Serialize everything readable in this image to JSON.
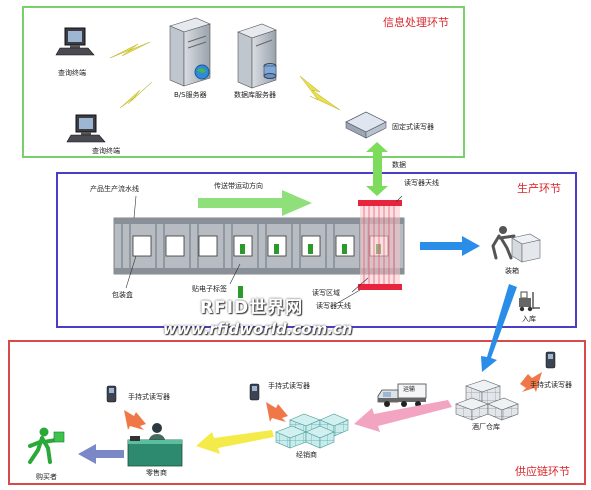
{
  "sections": {
    "info": "信息处理环节",
    "production": "生产环节",
    "supply": "供应链环节"
  },
  "labels": {
    "query_terminal_1": "查询终端",
    "query_terminal_2": "查询终端",
    "bs_server": "B/S服务器",
    "db_server": "数据库服务器",
    "fixed_reader": "固定式读写器",
    "data": "数据",
    "production_line": "产品生产流水线",
    "conveyor_direction": "传送带运动方向",
    "reader_antenna_top": "读写器天线",
    "packaging_box": "包装盒",
    "tag_attach": "贴电子标签",
    "read_zone": "读写区域",
    "reader_antenna_bottom": "读写器天线",
    "boxing": "装箱",
    "warehouse_in": "入库",
    "handheld_reader_1": "手持式读写器",
    "handheld_reader_2": "手持式读写器",
    "handheld_reader_3": "手持式读写器",
    "truck_text": "运输",
    "factory_warehouse": "酒厂仓库",
    "distributor": "经销商",
    "retailer": "零售商",
    "consumer": "购买者"
  },
  "watermark": {
    "line1": "RFID世界网",
    "line2": "www.rfidworld.com.cn"
  },
  "colors": {
    "info_border": "#7ad06a",
    "prod_border": "#4a3ec7",
    "supply_border": "#d84a4a",
    "title_red": "#d8262a",
    "lightning": "#e8e04a",
    "green_arrow": "#7ddc5c",
    "blue_arrow": "#2a8ee8",
    "pink_arrow": "#f2a4c0",
    "yellow_arrow": "#f4ea4a",
    "slate_arrow": "#7a88c8"
  },
  "icons": [
    "computer-icon",
    "server-icon",
    "database-server-icon",
    "reader-icon",
    "lightning-icon",
    "worker-boxing-icon",
    "forklift-icon",
    "truck-icon",
    "boxes-icon",
    "handheld-reader-icon",
    "cashier-icon",
    "customer-icon"
  ]
}
